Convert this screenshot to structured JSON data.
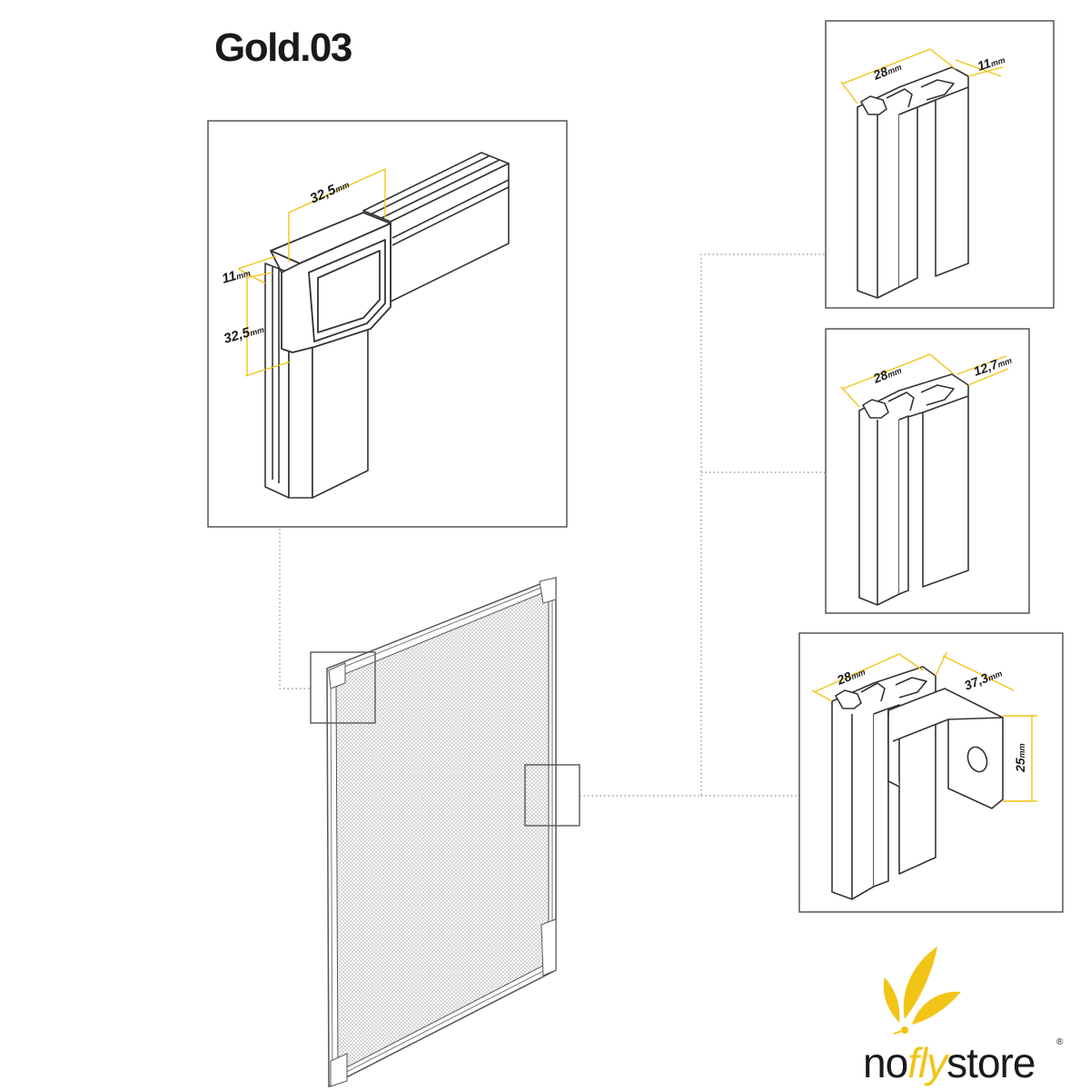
{
  "title": "Gold.03",
  "colors": {
    "accent": "#f2c417",
    "line": "#333333",
    "dotted": "#888888",
    "frame": "#555555"
  },
  "corner_detail": {
    "dims": [
      {
        "value": "32,5",
        "unit": "mm"
      },
      {
        "value": "11",
        "unit": "mm"
      },
      {
        "value": "32,5",
        "unit": "mm"
      }
    ]
  },
  "profiles": [
    {
      "dims": [
        {
          "value": "28",
          "unit": "mm"
        },
        {
          "value": "11",
          "unit": "mm"
        }
      ]
    },
    {
      "dims": [
        {
          "value": "28",
          "unit": "mm"
        },
        {
          "value": "12,7",
          "unit": "mm"
        }
      ]
    },
    {
      "dims": [
        {
          "value": "28",
          "unit": "mm"
        },
        {
          "value": "37,3",
          "unit": "mm"
        },
        {
          "value": "25",
          "unit": "mm"
        }
      ]
    }
  ],
  "logo": {
    "text_left": "no",
    "text_mid": "fly",
    "text_right": "store",
    "registered": "®"
  }
}
